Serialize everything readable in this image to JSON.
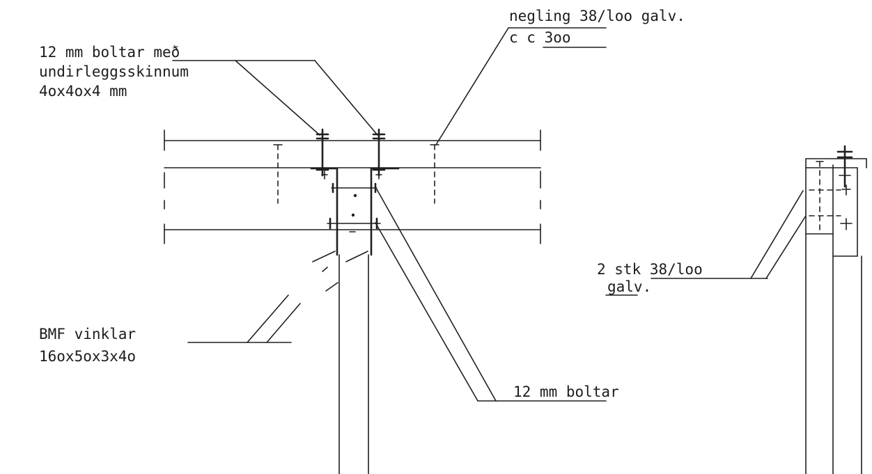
{
  "labels": {
    "negling_line1": "negling 38/loo galv.",
    "negling_line2": "c c 3oo",
    "bolts_top_line1": "12 mm boltar með",
    "bolts_top_line2": "undirleggsskinnum",
    "bolts_top_line3": "4ox4ox4 mm",
    "stk_line1": "2 stk 38/loo",
    "stk_line2": "galv.",
    "vinklar_line1": "BMF vinklar",
    "vinklar_line2": "16ox5ox3x4o",
    "bolts_bottom": "12 mm boltar"
  },
  "colors": {
    "ink": "#1f1f1f",
    "paper": "#ffffff"
  }
}
